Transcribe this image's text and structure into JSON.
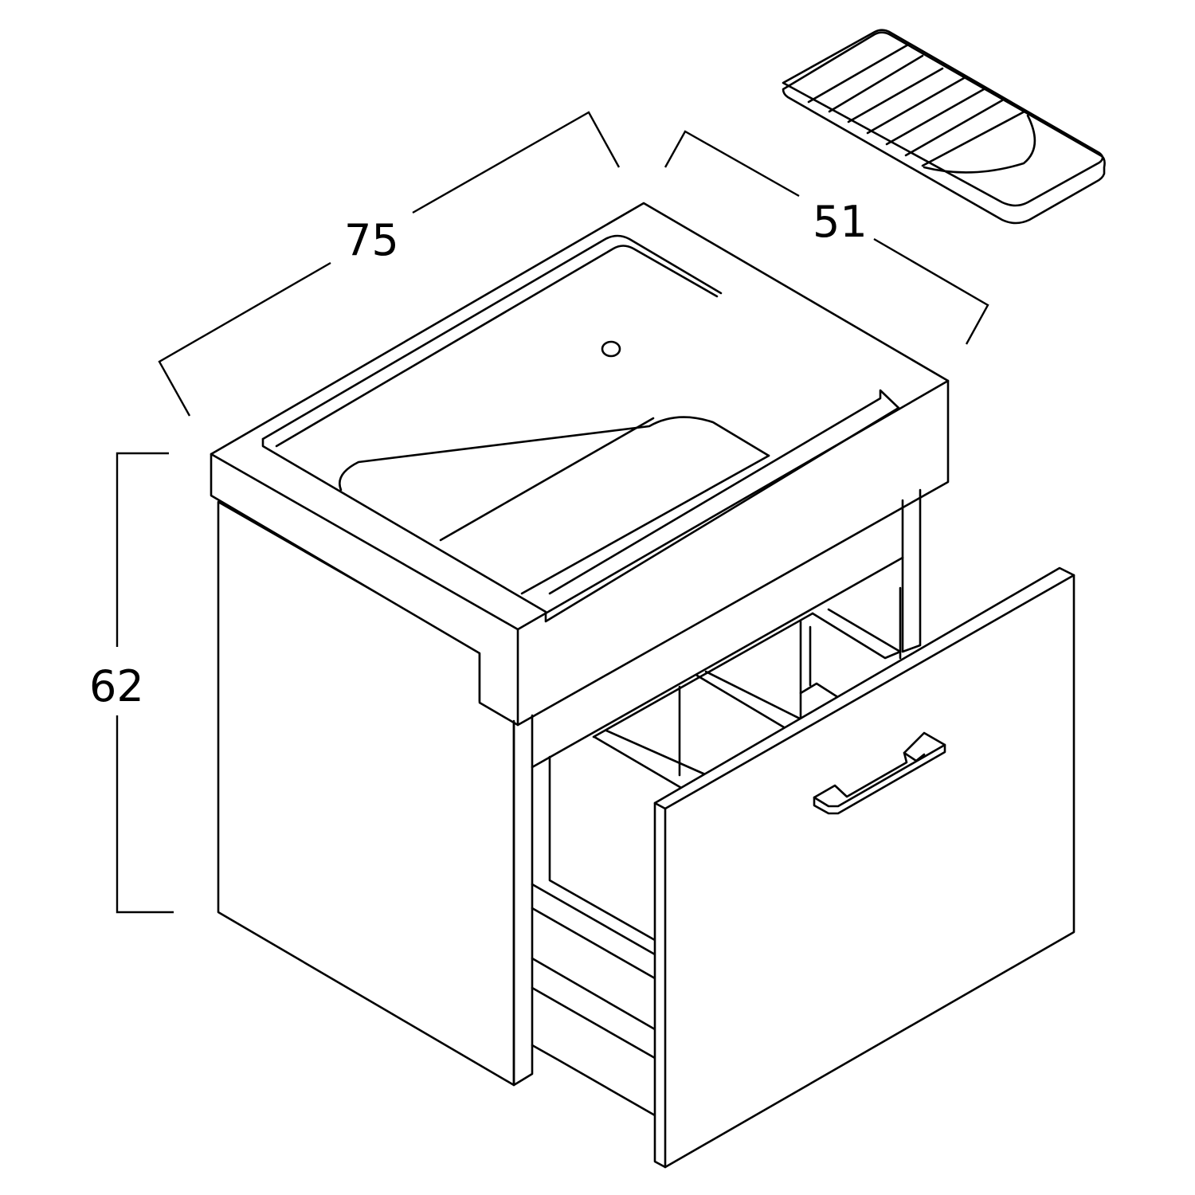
{
  "drawing": {
    "subject": "Wall-hung vanity unit with basin and open drawer",
    "accessory": "Washboard / scrub board insert"
  },
  "dimensions": {
    "width": "75",
    "depth": "51",
    "height": "62"
  },
  "colors": {
    "line": "#000000",
    "background": "#ffffff"
  }
}
